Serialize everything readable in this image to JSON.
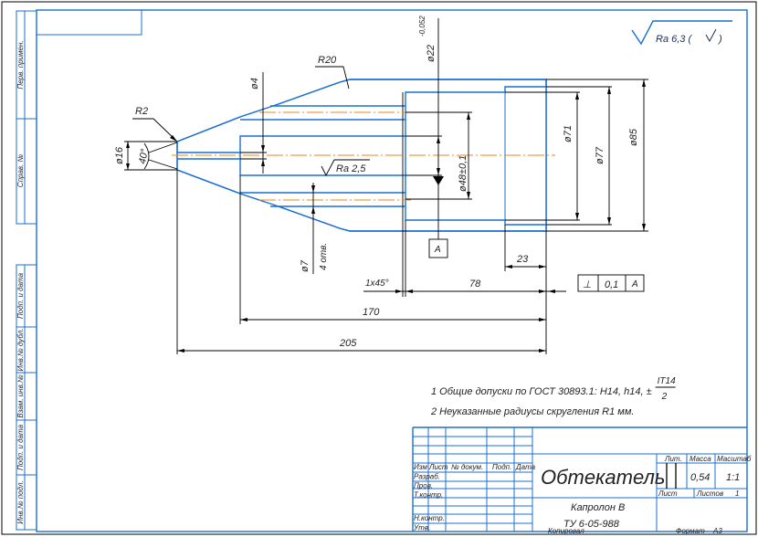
{
  "side_strip": {
    "labels": [
      "Перв. примен.",
      "Справ. №",
      "Подп. и дата",
      "Инв.№ дубл.",
      "Взам. инв.№",
      "Подп. и дата",
      "Инв.№ подл."
    ]
  },
  "roughness_general": {
    "text": "Ra 6,3 (",
    "check": "√",
    "close": ")"
  },
  "dimensions": {
    "r2": "R2",
    "r20": "R20",
    "d16": "ø16",
    "angle40": "40°",
    "d4": "ø4",
    "d22": "ø22",
    "d22_tol": "-0,052",
    "d48": "ø48±0,1",
    "d71": "ø71",
    "d77": "ø77",
    "d85": "ø85",
    "ra25": "Ra 2,5",
    "d7": "ø7",
    "holes": "4 отв.",
    "chamfer": "1x45°",
    "l78": "78",
    "l23": "23",
    "l170": "170",
    "l205": "205",
    "datum": "A"
  },
  "tolerance_frame": {
    "symbol": "⊥",
    "value": "0,1",
    "datum": "A"
  },
  "notes": {
    "n1": "1 Общие допуски по ГОСТ 30893.1: H14, h14, ±",
    "n1_num": "IT14",
    "n1_den": "2",
    "n2": "2  Неуказанные радиусы скругления R1 мм."
  },
  "title_block": {
    "headers": [
      "Изм",
      "Лист",
      "№ докум.",
      "Подп.",
      "Дата"
    ],
    "roles": [
      "Разраб.",
      "Пров.",
      "Т.контр.",
      "Н.контр.",
      "Утв."
    ],
    "part_name": "Обтекатель",
    "material_line1": "Капролон В",
    "material_line2": "ТУ 6-05-988",
    "lit_label": "Лит.",
    "mass_label": "Масса",
    "scale_label": "Масштаб",
    "mass": "0,54",
    "scale": "1:1",
    "sheet_label": "Лист",
    "sheets_label": "Листов",
    "sheets": "1"
  },
  "footer": {
    "copied": "Копировал",
    "format_label": "Формат",
    "format": "А3"
  }
}
